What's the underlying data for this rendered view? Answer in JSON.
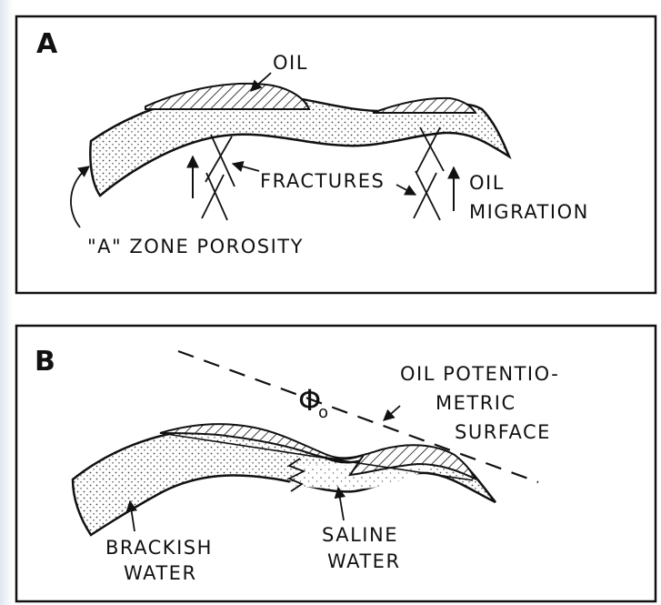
{
  "panel_a": {
    "letter": "A",
    "labels": {
      "oil": "OIL",
      "fractures": "FRACTURES",
      "oil_migration_line1": "OIL",
      "oil_migration_line2": "MIGRATION",
      "zone_porosity": "\"A\" ZONE POROSITY"
    }
  },
  "panel_b": {
    "letter": "B",
    "labels": {
      "phi_symbol": "Φ",
      "phi_subscript": "o",
      "potentiometric_line1": "OIL POTENTIO-",
      "potentiometric_line2": "METRIC",
      "potentiometric_line3": "SURFACE",
      "brackish_line1": "BRACKISH",
      "brackish_line2": "WATER",
      "saline_line1": "SALINE",
      "saline_line2": "WATER"
    }
  },
  "colors": {
    "ink": "#111111",
    "stipple": "#444444",
    "background": "#ffffff"
  }
}
